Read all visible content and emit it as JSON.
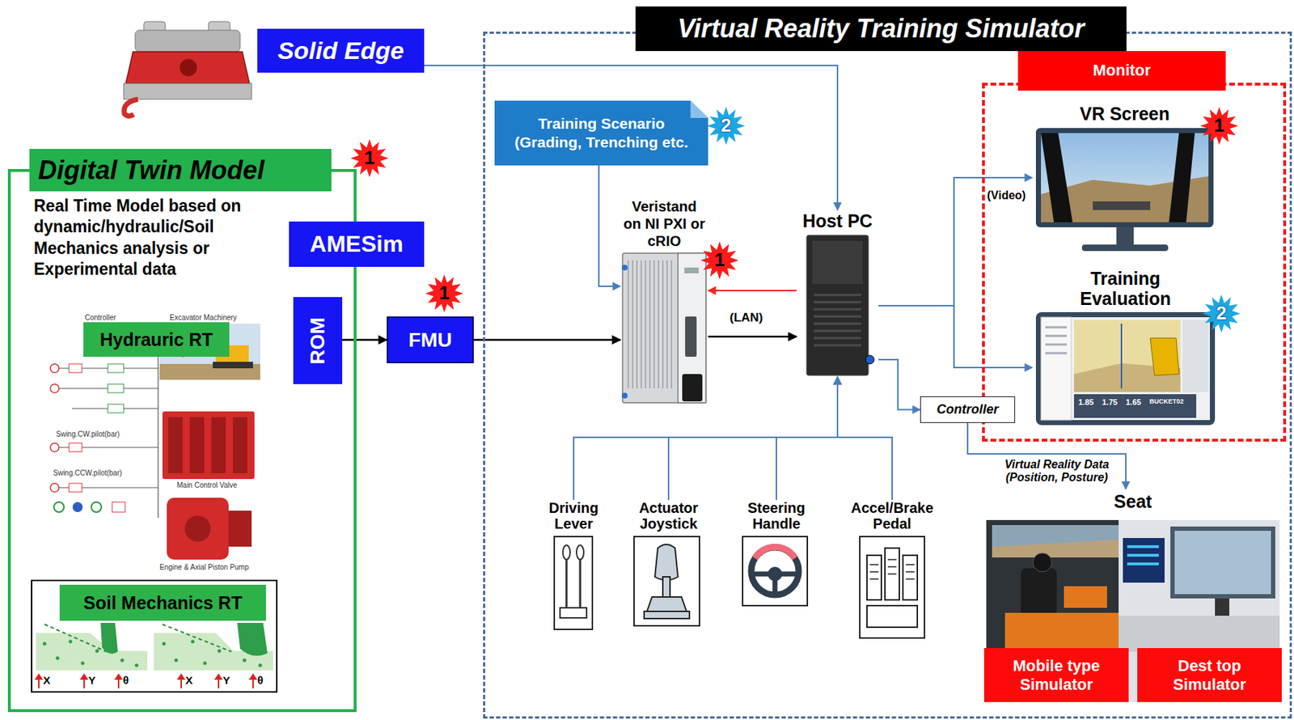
{
  "diagram": {
    "nodes": [
      {
        "text": [
          "Solid Edge"
        ]
      },
      {
        "text": [
          "Digital Twin Model",
          "Real Time Model based on dynamic/hydraulic/Soil Mechanics analysis or Experimental data"
        ]
      },
      {
        "text": [
          "AMESim"
        ],
        "in": 1
      },
      {
        "text": [
          "ROM"
        ],
        "in": 1
      },
      {
        "text": [
          "Hydrauric RT"
        ],
        "in": 1
      },
      {
        "text": [
          "Soil Mechanics RT"
        ],
        "in": 1
      },
      {
        "text": [
          "FMU"
        ]
      },
      {
        "text": [
          "Virtual Reality Training Simulator"
        ]
      },
      {
        "text": [
          "Training Scenario (Grading, Trenching etc."
        ],
        "in": 7
      },
      {
        "text": [
          "Veristand on NI PXI or cRIO"
        ],
        "in": 7
      },
      {
        "text": [
          "Host PC"
        ],
        "in": 7
      },
      {
        "text": [
          "Monitor"
        ],
        "in": 7
      },
      {
        "text": [
          "VR Screen"
        ],
        "in": 11
      },
      {
        "text": [
          "Training Evaluation"
        ],
        "in": 11
      },
      {
        "text": [
          "Controller"
        ],
        "in": 7
      },
      {
        "text": [
          "Driving Lever"
        ],
        "in": 7
      },
      {
        "text": [
          "Actuator Joystick"
        ],
        "in": 7
      },
      {
        "text": [
          "Steering Handle"
        ],
        "in": 7
      },
      {
        "text": [
          "Accel/Brake Pedal"
        ],
        "in": 7
      },
      {
        "text": [
          "Seat"
        ],
        "in": 7
      },
      {
        "text": [
          "Mobile type Simulator"
        ],
        "in": 19
      },
      {
        "text": [
          "Dest top Simulator"
        ],
        "in": 19
      }
    ],
    "edges": [
      {
        "from": 0,
        "to": 10,
        "arrow": "to"
      },
      {
        "from": 3,
        "to": 6,
        "arrow": "to"
      },
      {
        "from": 6,
        "to": 9,
        "arrow": "to"
      },
      {
        "from": 8,
        "to": 9,
        "arrow": "to"
      },
      {
        "from": 9,
        "to": 10,
        "label": "(LAN)",
        "arrow": "to"
      },
      {
        "from": 10,
        "to": 9,
        "arrow": "to"
      },
      {
        "from": 10,
        "to": 12,
        "label": "(Video)",
        "arrow": "to"
      },
      {
        "from": 10,
        "to": 13,
        "arrow": "to"
      },
      {
        "from": 10,
        "to": 14,
        "arrow": "to"
      },
      {
        "from": 14,
        "to": 19,
        "label": "Virtual Reality Data (Position, Posture)",
        "arrow": "to"
      },
      {
        "from": 15,
        "to": 10,
        "arrow": "to"
      },
      {
        "from": 16,
        "to": 10,
        "arrow": "to"
      },
      {
        "from": 17,
        "to": 10,
        "arrow": "to"
      },
      {
        "from": 18,
        "to": 10,
        "arrow": "to"
      }
    ],
    "labels": [
      "1",
      "Controller",
      "Excavator Machinery",
      "Swing.CW.pilot(bar)",
      "Swing.CCW.pilot(bar)",
      "Main Control Valve",
      "Engine & Axial Piston Pump",
      "X",
      "Y",
      "θ",
      "X",
      "Y",
      "θ",
      "1",
      "2",
      "1",
      "1",
      "2",
      "1.85",
      "1.75",
      "1.65",
      "BUCKET02"
    ]
  }
}
